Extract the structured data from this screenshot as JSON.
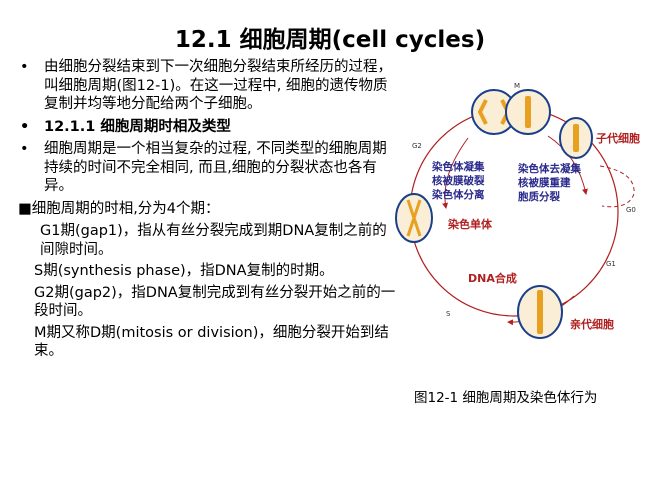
{
  "title": "12.1 细胞周期(cell cycles)",
  "bullets": [
    {
      "text": "由细胞分裂结束到下一次细胞分裂结束所经历的过程，叫细胞周期(图12-1)。在这一过程中, 细胞的遗传物质复制并均等地分配给两个子细胞。"
    },
    {
      "text": "12.1.1 细胞周期时相及类型"
    },
    {
      "text": "细胞周期是一个相当复杂的过程, 不同类型的细胞周期持续的时间不完全相同, 而且,细胞的分裂状态也各有异。"
    }
  ],
  "bullet_symbol": "•",
  "square_line": "■细胞周期的时相,分为4个期：",
  "phases": [
    "G1期(gap1)，指从有丝分裂完成到期DNA复制之前的间隙时间。",
    "S期(synthesis phase)，指DNA复制的时期。",
    "G2期(gap2)，指DNA复制完成到有丝分裂开始之前的一段时间。",
    "M期又称D期(mitosis or division)，细胞分裂开始到结束。"
  ],
  "figure": {
    "caption": "图12-1 细胞周期及染色体行为",
    "labels": {
      "M": "M",
      "G2": "G2",
      "G1": "G1",
      "G0": "G0",
      "S": "S",
      "left_a": "染色体凝集",
      "left_b": "核被膜破裂",
      "left_c": "染色体分离",
      "right_a": "染色体去凝集",
      "right_b": "核被膜重建",
      "right_c": "胞质分裂",
      "daughter": "子代细胞",
      "single": "染色单体",
      "dna": "DNA合成",
      "parent": "亲代细胞"
    }
  }
}
